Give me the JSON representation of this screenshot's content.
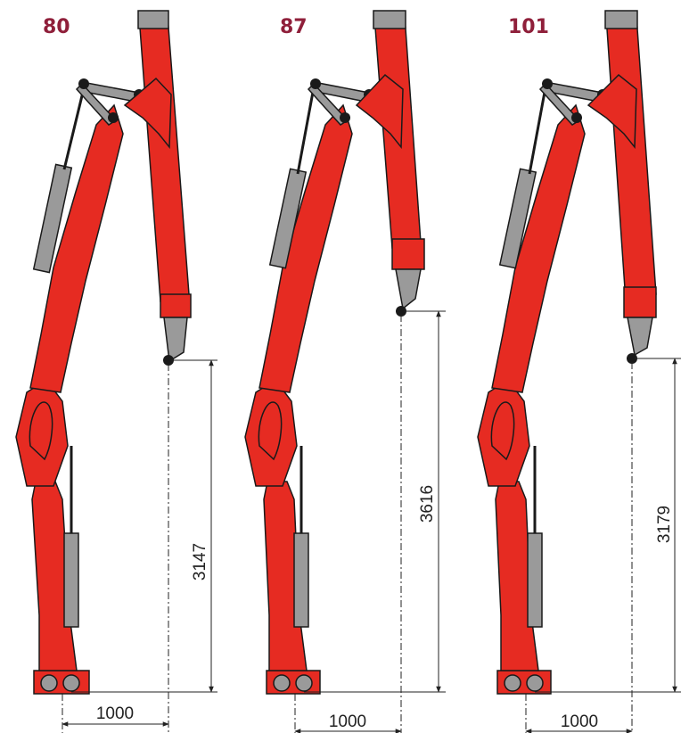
{
  "colors": {
    "boom_red": "#e62b22",
    "cylinder_grey": "#9a9a9a",
    "outline": "#1a1a1a",
    "label": "#8f1f3a",
    "background": "#ffffff"
  },
  "cranes": [
    {
      "model": "80",
      "height_dimension": "3147",
      "reach_dimension": "1000"
    },
    {
      "model": "87",
      "height_dimension": "3616",
      "reach_dimension": "1000"
    },
    {
      "model": "101",
      "height_dimension": "3179",
      "reach_dimension": "1000"
    }
  ]
}
